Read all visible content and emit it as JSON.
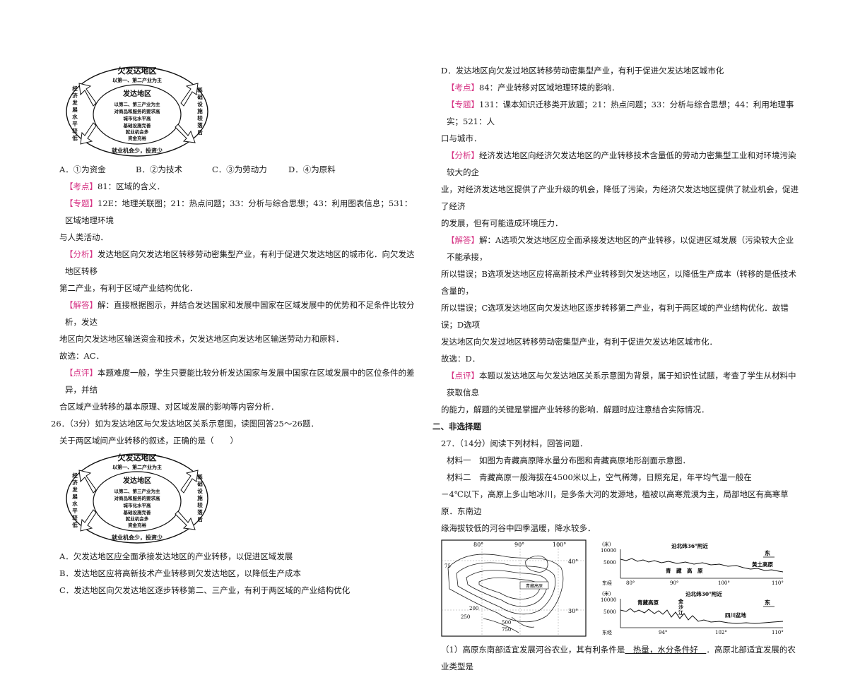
{
  "diagram": {
    "outer_title": "欠发达地区",
    "outer_sub": "以第一、第二产业为主",
    "inner_title": "发达地区",
    "inner_lines": [
      "以第二、第三产业为主",
      "对商品和服务的要求高",
      "城市化水平高",
      "基础设施完善",
      "就业机会多",
      "资金充裕"
    ],
    "left_side": [
      "经",
      "济",
      "发",
      "展",
      "水",
      "平",
      "较",
      "低"
    ],
    "right_side": [
      "基",
      "础",
      "设",
      "施",
      "较",
      "落",
      "后"
    ],
    "bottom": "就业机会少，投资少",
    "arrow_labels": [
      "①",
      "②",
      "③",
      "④"
    ]
  },
  "left": {
    "q25_options": [
      "A．①为资金",
      "B．②为技术",
      "C．③为劳动力",
      "D．④为原料"
    ],
    "kaodian_tag": "【考点】",
    "kaodian": "81：区域的含义．",
    "zhuanti_tag": "【专题】",
    "zhuanti_1": "12E：地理关联图；21：热点问题；33：分析与综合思想；43：利用图表信息；531：区域地理环境",
    "zhuanti_2": "与人类活动．",
    "fenxi_tag": "【分析】",
    "fenxi_1": "发达地区向欠发达地区转移劳动密集型产业，有利于促进欠发达地区的城市化．向欠发达地区转移",
    "fenxi_2": "第二产业，有利于区域产业结构优化．",
    "jieda_tag": "【解答】",
    "jieda_1": "解：直接根据图示，并结合发达国家和发展中国家在区域发展中的优势和不足条件比较分析，发达",
    "jieda_2": "地区向欠发达地区输送资金和技术，欠发达地区向发达地区输送劳动力和原料．",
    "guxuan": "故选：AC．",
    "dianping_tag": "【点评】",
    "dianping_1": "本题难度一般，学生只要能比较分析发达国家与发展中国家在区域发展中的区位条件的差异，并结",
    "dianping_2": "合区域产业转移的基本原理、对区域发展的影响等内容分析．",
    "q26_stem": "26．（3分）如为发达地区与欠发达地区关系示意图，读图回答25～26题．",
    "q26_sub": "关于两区域间产业转移的叙述，正确的是（　　）",
    "q26_A": "A．欠发达地区应全面承接发达地区的产业转移，以促进区域发展",
    "q26_B": "B．发达地区应将高新技术产业转移到欠发达地区，以降低生产成本",
    "q26_C": "C．发达地区向欠发达地区逐步转移第二、三产业，有利于两区域的产业结构优化"
  },
  "right": {
    "q26_D": "D．发达地区向欠发过地区转移劳动密集型产业，有利于促进欠发达地区城市化",
    "kaodian_tag": "【考点】",
    "kaodian": "84：产业转移对区域地理环境的影响．",
    "zhuanti_tag": "【专题】",
    "zhuanti_1": "131：课本知识迁移类开放题；21：热点问题；33：分析与综合思想；44：利用地理事实；521：人",
    "zhuanti_2": "口与城市．",
    "fenxi_tag": "【分析】",
    "fenxi_1": "经济发达地区向经济欠发达地区的产业转移技术含量低的劳动力密集型工业和对环境污染较大的企",
    "fenxi_2": "业，对经济发达地区提供了产业升级的机会，降低了污染，为经济欠发达地区提供了就业机会，促进了经济",
    "fenxi_3": "的发展，但有可能造成环境压力．",
    "jieda_tag": "【解答】",
    "jieda_1": "解：A选项欠发达地区应全面承接发达地区的产业转移，以促进区域发展（污染较大企业不能承接，",
    "jieda_2": "所以错误；B选项发达地区应将高新技术产业转移到欠发达地区，以降低生产成本（转移的是低技术含量的，",
    "jieda_3": "所以错误；C选项发达地区向欠发达地区逐步转移第二产业，有利于两区域的产业结构优化．故错误；D选项",
    "jieda_4": "发达地区向欠发过地区转移劳动密集型产业，有利于促进欠发达地区城市化．",
    "guxuan": "故选：D．",
    "dianping_tag": "【点评】",
    "dianping_1": "本题以发达地区与欠发达地区关系示意图为背景，属于知识性试题，考查了学生从材料中获取信息",
    "dianping_2": "的能力，解题的关键是掌握产业转移的影响．解题时应注意结合实际情况．",
    "section2": "二、非选择题",
    "q27_stem": "27．（14分）阅读下列材料，回答问题．",
    "mat1": "材料一　如图为青藏高原降水量分布图和青藏高原地形剖面示意图．",
    "mat2_1": "材料二　青藏高原一般海拔在4500米以上，空气稀薄，日照充足，年平均气温一般在",
    "mat2_2": "－4℃以下，高原上多山地冰川，是多条大河的发源地，植被以高寒荒漠为主，局部地区有高寒草原．东南边",
    "mat2_3": "缘海拔较低的河谷中四季温暖，降水较多．",
    "q27_1a": "（1）高原东南部适宜发展河谷农业，其有利条件是",
    "q27_1_ans": "　热量，水分条件好　",
    "q27_1b": "．高原北部适宜发展的农业类型是"
  },
  "map": {
    "lon_labels": [
      "80°",
      "90°",
      "100°"
    ],
    "lat_labels": [
      "40°",
      "30°"
    ],
    "iso_labels": [
      "75",
      "200",
      "250",
      "500",
      "750"
    ],
    "place": "青藏高原"
  },
  "profile1": {
    "title": "沿北纬36°附近",
    "unit": "(米)",
    "y_ticks": [
      "10000",
      "5000"
    ],
    "x_ticks": [
      "80°",
      "90°",
      "100°",
      "110°"
    ],
    "x_prefix": "东经",
    "east": "东",
    "region1": "青　藏　高　原",
    "region2": "黄土高原"
  },
  "profile2": {
    "title": "沿北纬30°附近",
    "unit": "(米)",
    "y_ticks": [
      "10000",
      "5000"
    ],
    "x_ticks": [
      "94°",
      "102°",
      "110°"
    ],
    "x_prefix": "东经",
    "east": "东",
    "region1": "青藏高原",
    "river": [
      "金",
      "沙",
      "江"
    ],
    "region2": "四川盆地"
  }
}
